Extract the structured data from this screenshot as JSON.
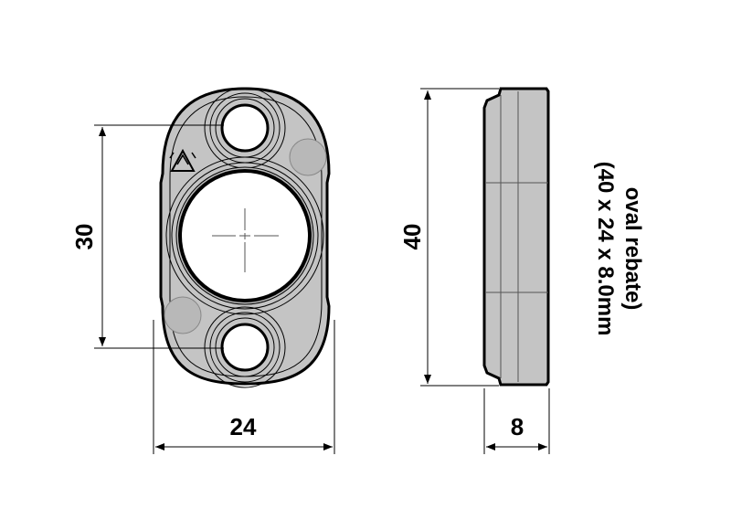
{
  "drawing": {
    "dim_height_front": "30",
    "dim_width": "24",
    "dim_height_side": "40",
    "dim_depth": "8",
    "note_line1": "(40 x 24 x 8.0mm",
    "note_line2": "oval rebate)"
  },
  "colors": {
    "part_fill": "#c4c4c4",
    "outline": "#000000"
  },
  "icons": {
    "recycle": "recycle-icon"
  }
}
